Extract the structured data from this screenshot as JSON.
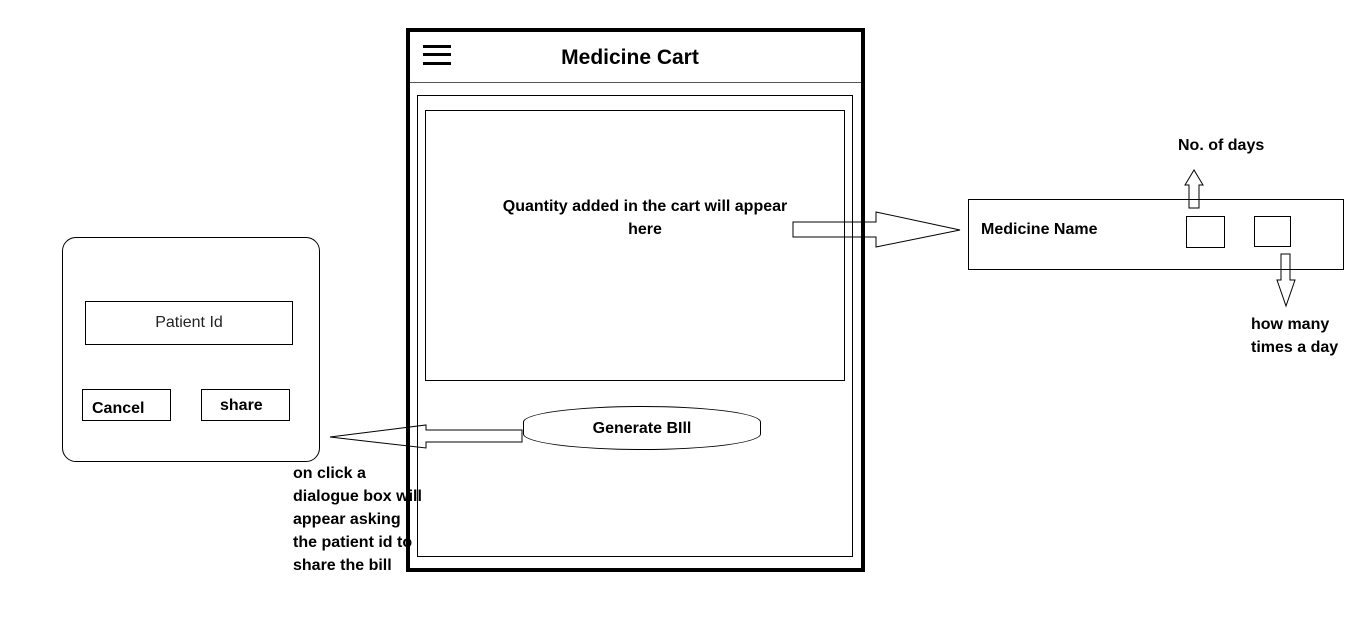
{
  "phone": {
    "title": "Medicine Cart",
    "cart_placeholder": "Quantity added in the cart will appear here",
    "generate_bill_label": "Generate BIll"
  },
  "dialog": {
    "patient_id_placeholder": "Patient Id",
    "cancel_label": "Cancel",
    "share_label": "share",
    "note": "on click a dialogue box will appear asking the patient id to share the bill"
  },
  "medicine_item": {
    "name_label": "Medicine Name",
    "days_label": "No. of days",
    "times_label": "how many times a day"
  },
  "icons": [
    "hamburger-menu-icon"
  ]
}
